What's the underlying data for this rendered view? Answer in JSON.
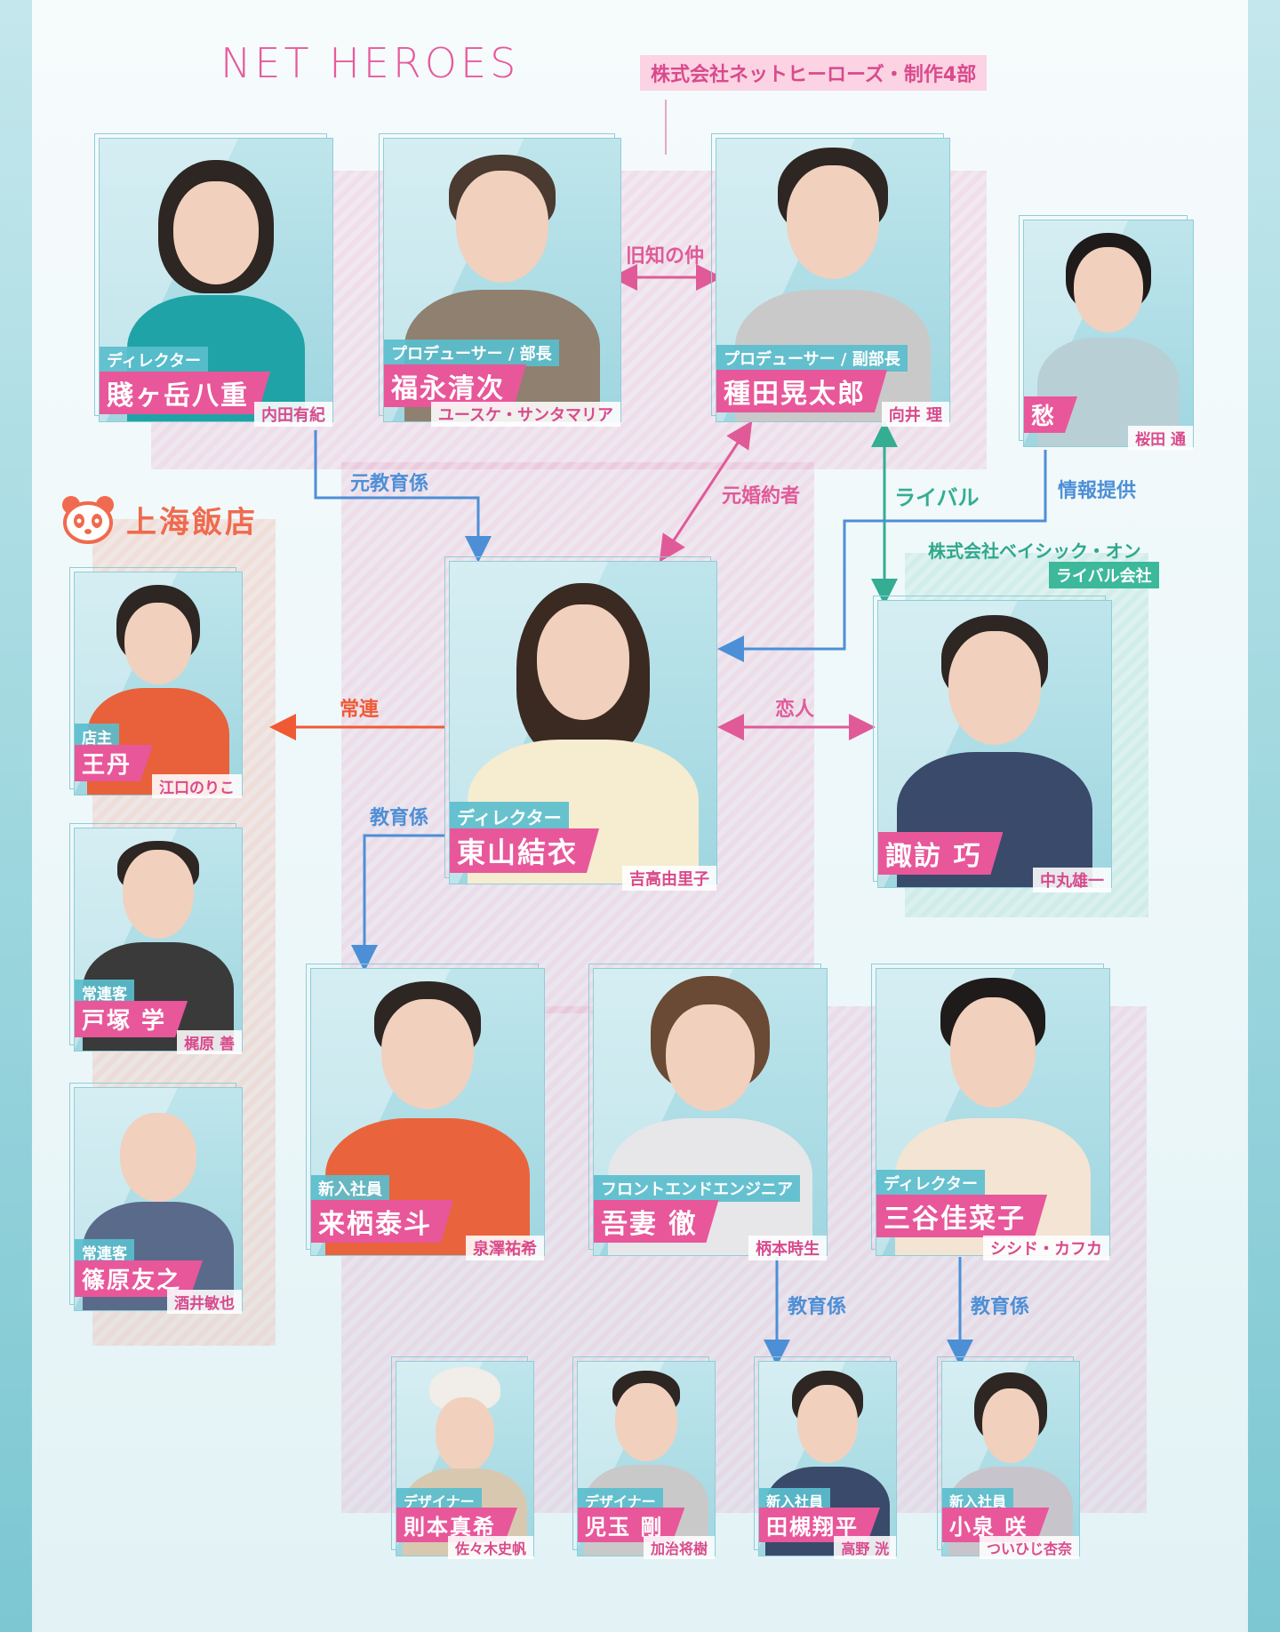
{
  "header": {
    "logo": "NET HEROES",
    "company": "株式会社ネットヒーローズ・制作4部"
  },
  "store": {
    "name": "上海飯店"
  },
  "rival_company": {
    "name": "株式会社ベイシック・オン",
    "tag": "ライバル会社"
  },
  "colors": {
    "pink": "#e8579a",
    "teal_role": "#5abecd",
    "blue_line": "#4d8fd6",
    "teal_line": "#34ad92",
    "orange_line": "#ef5a35"
  },
  "relations": {
    "old_friends": "旧知の仲",
    "former_mentor": "元教育係",
    "ex_fiance": "元婚約者",
    "rival": "ライバル",
    "info": "情報提供",
    "regular": "常連",
    "lover": "恋人",
    "mentor1": "教育係",
    "mentor2": "教育係",
    "mentor3": "教育係"
  },
  "people": {
    "shizugatake": {
      "role": "ディレクター",
      "name": "賤ヶ岳八重",
      "actor": "内田有紀"
    },
    "fukunaga": {
      "role": "プロデューサー / 部長",
      "name": "福永清次",
      "actor": "ユースケ・サンタマリア"
    },
    "taneda": {
      "role": "プロデューサー / 副部長",
      "name": "種田晃太郎",
      "actor": "向井 理"
    },
    "urei": {
      "role": "",
      "name": "愁",
      "actor": "桜田 通"
    },
    "higashiyama": {
      "role": "ディレクター",
      "name": "東山結衣",
      "actor": "吉高由里子"
    },
    "suwa": {
      "role": "",
      "name": "諏訪 巧",
      "actor": "中丸雄一"
    },
    "wang": {
      "role": "店主",
      "name": "王丹",
      "actor": "江口のりこ"
    },
    "totsuka": {
      "role": "常連客",
      "name": "戸塚 学",
      "actor": "梶原 善"
    },
    "shinohara": {
      "role": "常連客",
      "name": "篠原友之",
      "actor": "酒井敏也"
    },
    "kisu": {
      "role": "新入社員",
      "name": "来栖泰斗",
      "actor": "泉澤祐希"
    },
    "agatsuma": {
      "role": "フロントエンドエンジニア",
      "name": "吾妻 徹",
      "actor": "柄本時生"
    },
    "mitani": {
      "role": "ディレクター",
      "name": "三谷佳菜子",
      "actor": "シシド・カフカ"
    },
    "norimoto": {
      "role": "デザイナー",
      "name": "則本真希",
      "actor": "佐々木史帆"
    },
    "kodama": {
      "role": "デザイナー",
      "name": "児玉 剛",
      "actor": "加治将樹"
    },
    "tatsuki": {
      "role": "新入社員",
      "name": "田槻翔平",
      "actor": "高野 洸"
    },
    "koizumi": {
      "role": "新入社員",
      "name": "小泉 咲",
      "actor": "ついひじ杏奈"
    }
  }
}
